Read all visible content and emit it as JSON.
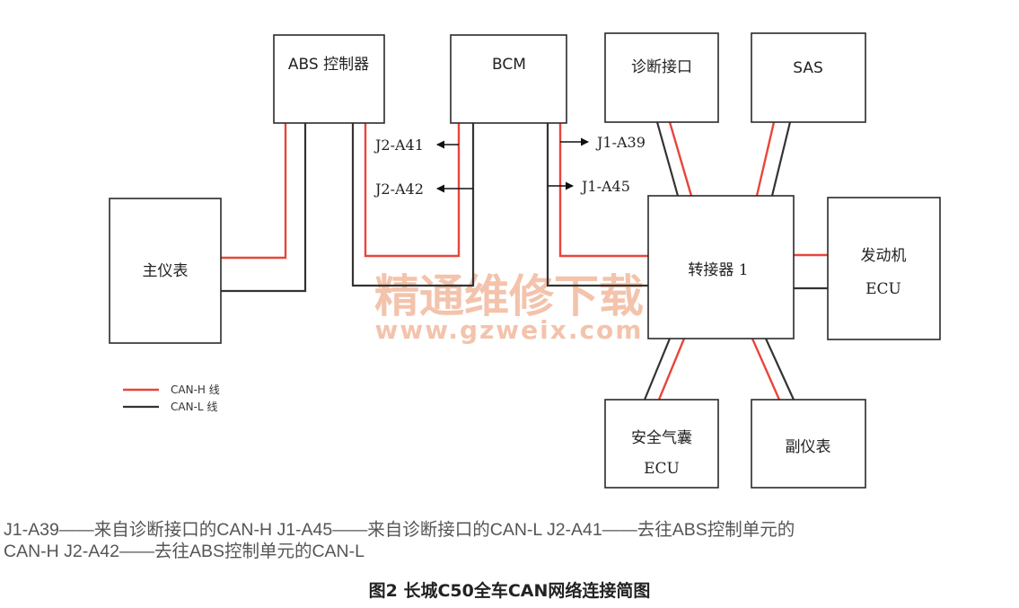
{
  "colors": {
    "can_h": "#e8453c",
    "can_l": "#333333",
    "watermark": "#f0b090"
  },
  "nodes": {
    "abs": "ABS 控制器",
    "bcm": "BCM",
    "diag": "诊断接口",
    "sas": "SAS",
    "cluster": "主仪表",
    "gateway": "转接器 1",
    "engine_line1": "发动机",
    "engine_line2": "ECU",
    "airbag_line1": "安全气囊",
    "airbag_line2": "ECU",
    "sub_cluster": "副仪表"
  },
  "pins": {
    "j2_a41": "J2-A41",
    "j2_a42": "J2-A42",
    "j1_a39": "J1-A39",
    "j1_a45": "J1-A45"
  },
  "legend": {
    "can_h": "CAN-H 线",
    "can_l": "CAN-L  线"
  },
  "watermark": {
    "text": "精通维修下载",
    "url": "www.gzweix.com"
  },
  "caption": {
    "line1": "J1-A39——来自诊断接口的CAN-H   J1-A45——来自诊断接口的CAN-L   J2-A41——去往ABS控制单元的",
    "line2": "CAN-H   J2-A42——去往ABS控制单元的CAN-L",
    "title": "图2   长城C50全车CAN网络连接简图"
  }
}
